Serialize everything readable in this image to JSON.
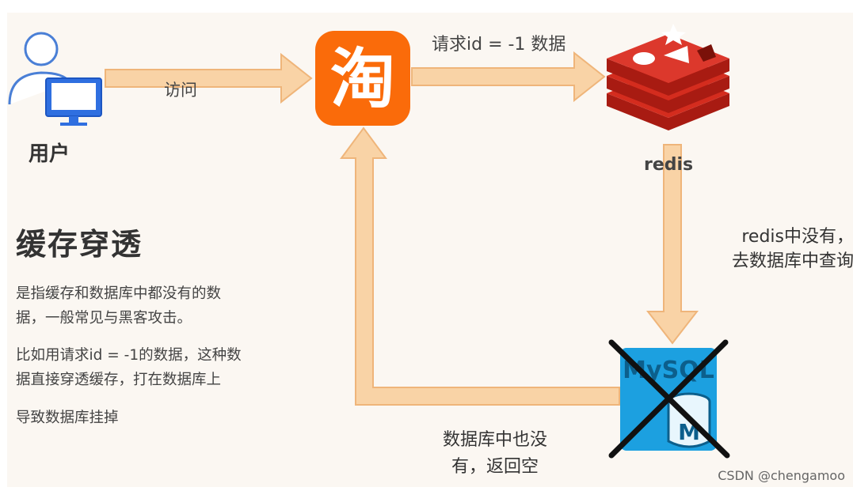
{
  "diagram": {
    "user_label": "用户",
    "access_label": "访问",
    "taobao_glyph": "淘",
    "request_label": "请求id = -1 数据",
    "redis_label": "redis",
    "redis_miss": [
      "redis中没有，",
      "去数据库中查询"
    ],
    "mysql_logo_text": "MySQL",
    "mysql_m": "M",
    "db_empty": [
      "数据库中也没",
      "有，返回空"
    ],
    "title": "缓存穿透",
    "desc1": [
      "是指缓存和数据库中都没有的数",
      "据，一般常见与黑客攻击。"
    ],
    "desc2": [
      "比如用请求id = -1的数据，这种数",
      "据直接穿透缓存，打在数据库上"
    ],
    "desc3": "导致数据库挂掉",
    "watermark": "CSDN @chengamoo"
  },
  "colors": {
    "arrow_fill": "#f9d3a6",
    "arrow_stroke": "#efb57a",
    "taobao_orange": "#fa6b0a",
    "redis_red": "#d42c1e",
    "redis_dark": "#a81b12",
    "mysql_blue": "#1ca0e0",
    "user_blue": "#4a7fd6",
    "cross": "#111111"
  },
  "icons": [
    "user-icon",
    "monitor-icon",
    "taobao-icon",
    "redis-icon",
    "mysql-icon",
    "cross-icon"
  ]
}
